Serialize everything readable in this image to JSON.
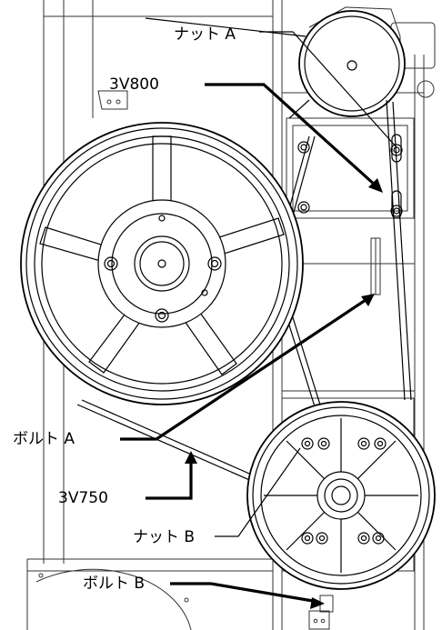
{
  "labels": {
    "nut_a": "ナット A",
    "belt_top": "3V800",
    "bolt_a": "ボルト A",
    "belt_bottom": "3V750",
    "nut_b": "ナット B",
    "bolt_b": "ボルト B"
  }
}
